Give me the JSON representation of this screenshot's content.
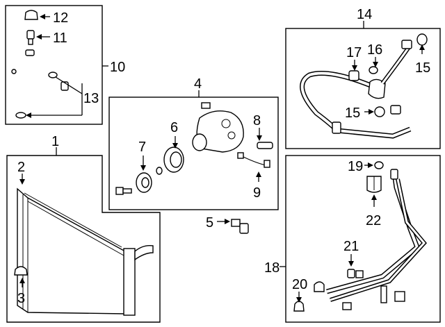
{
  "labels": {
    "l1": "1",
    "l2": "2",
    "l3": "3",
    "l4": "4",
    "l5": "5",
    "l6": "6",
    "l7": "7",
    "l8": "8",
    "l9": "9",
    "l10": "10",
    "l11": "11",
    "l12": "12",
    "l13": "13",
    "l14": "14",
    "l15a": "15",
    "l15b": "15",
    "l16": "16",
    "l17": "17",
    "l18": "18",
    "l19": "19",
    "l20": "20",
    "l21": "21",
    "l22": "22"
  }
}
